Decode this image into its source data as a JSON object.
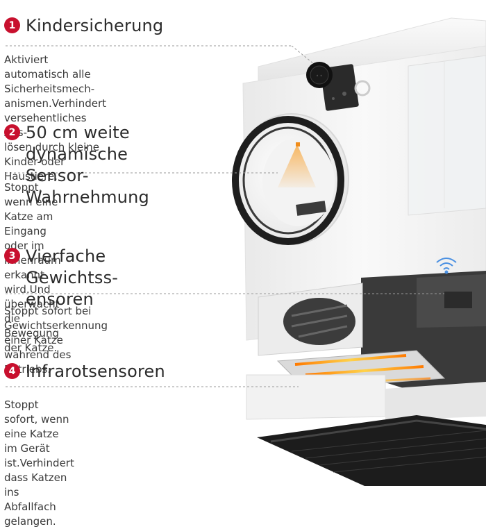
{
  "features": [
    {
      "number": "1",
      "title_lines": [
        "Kindersicherung"
      ],
      "desc_lines": [
        "Aktiviert automatisch alle Sicherheitsmech-",
        "anismen.Verhindert versehentliches Aus-",
        "lösen durch kleine Kinder oder Haustiere."
      ]
    },
    {
      "number": "2",
      "title_lines": [
        "50 cm weite dynamische",
        "Sensor-Wahrnehmung"
      ],
      "desc_lines": [
        "Stoppt, wenn eine Katze am Eingang",
        "oder im Innenraum erkannt wird.Und",
        "überwacht die Bewegung der Katze."
      ]
    },
    {
      "number": "3",
      "title_lines": [
        "Vierfache Gewichtss-",
        "ensoren"
      ],
      "desc_lines": [
        "Stoppt sofort bei Gewichtserkennung",
        "einer Katze während des Betriebs."
      ]
    },
    {
      "number": "4",
      "title_lines": [
        "Infrarotsensoren"
      ],
      "desc_lines": [
        "Stoppt sofort, wenn eine Katze im Gerät",
        "ist.Verhindert dass Katzen ins Abfallfach",
        "gelangen."
      ]
    }
  ],
  "colors": {
    "badge": "#c8102e",
    "heading_text": "#2b2b2b",
    "body_text": "#3a3a3a",
    "device_body": "#f4f4f4",
    "device_dark": "#2c2c2c",
    "infrared_glow": "#ff8a00"
  },
  "icons": [
    "wifi-signal-icon",
    "sensor-cone-icon"
  ]
}
